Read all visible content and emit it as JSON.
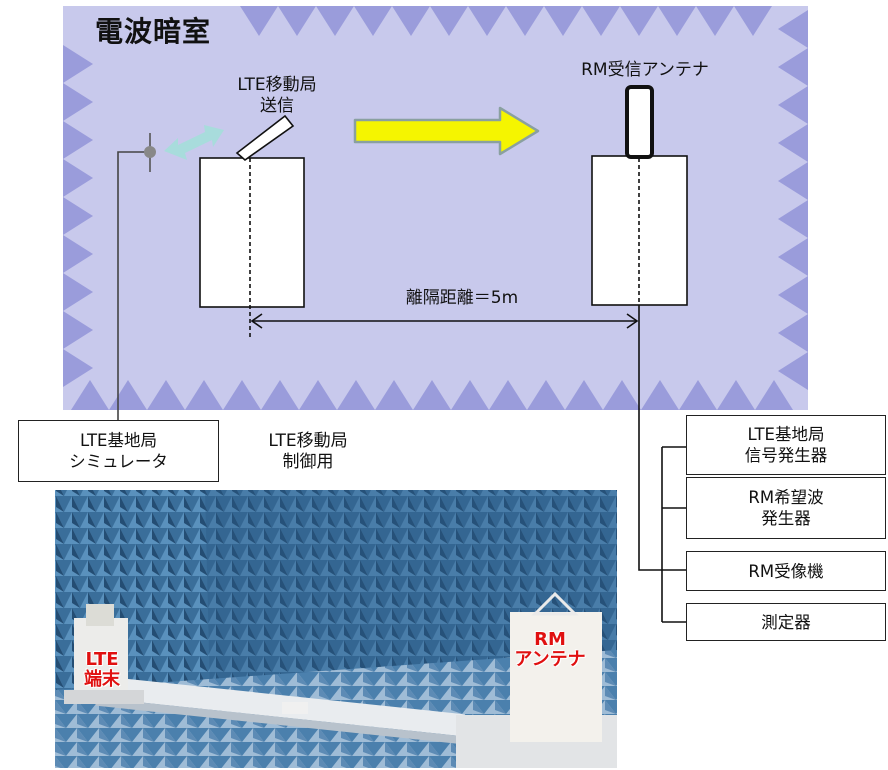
{
  "diagram": {
    "title": "電波暗室",
    "lte_mobile_tx": [
      "LTE移動局",
      "送信"
    ],
    "rm_rx_antenna": "RM受信アンテナ",
    "separation": "離隔距離＝5m",
    "lte_base_sim": [
      "LTE基地局",
      "シミュレータ"
    ],
    "lte_mobile_ctrl": [
      "LTE移動局",
      "制御用"
    ],
    "equipment": [
      [
        "LTE基地局",
        "信号発生器"
      ],
      [
        "RM希望波",
        "発生器"
      ],
      [
        "RM受像機"
      ],
      [
        "測定器"
      ]
    ]
  },
  "photo": {
    "lte_label": [
      "LTE",
      "端末"
    ],
    "rm_label": [
      "RM",
      "アンテナ"
    ]
  },
  "colors": {
    "chamber_fill": "#c8c9ec",
    "chamber_teeth": "#9a9cdb",
    "arrow_fill": "#f5f500",
    "arrow_edge": "#8aa0a0",
    "link_arrow": "#a8dcdc",
    "photo_wall": "#3a6e9a",
    "label_red": "#e01010"
  },
  "icons": {
    "chamber_absorbers": "pyramid-absorber-teeth",
    "signal_direction": "yellow-block-arrow",
    "radio_link": "double-headed-arrow"
  }
}
